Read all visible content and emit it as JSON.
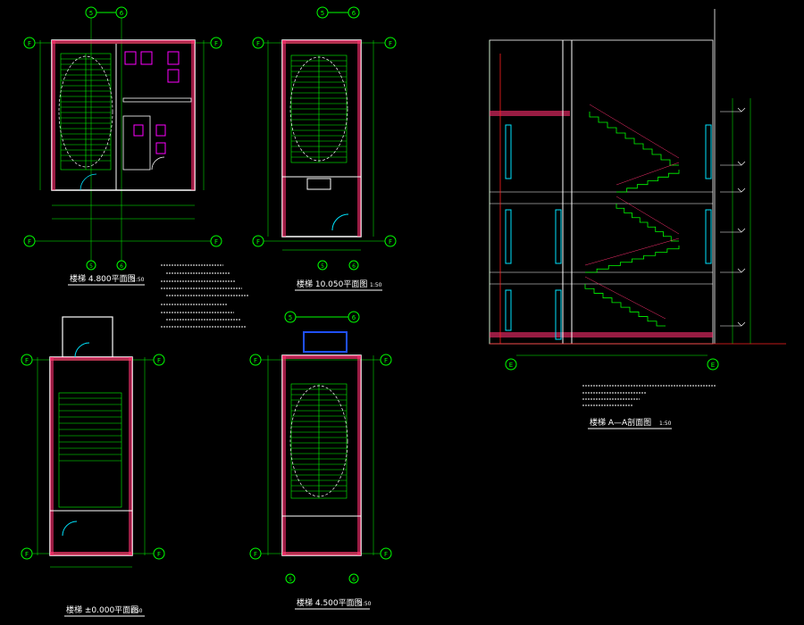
{
  "colors": {
    "background": "#000000",
    "grid": "#00ff00",
    "wall": "#ffffff",
    "hatch": "#ff2f6f",
    "accent": "#ff00ff",
    "dim": "#d0d0d0",
    "door": "#00e5ff",
    "rail": "#ffff00",
    "red": "#ff2020",
    "blue": "#2050ff",
    "title": "#ffffff"
  },
  "axis_markers": {
    "col_a": "5",
    "col_b": "6",
    "row_f": "F"
  },
  "plans": {
    "plan1": {
      "title": "楼梯 4.800平面图",
      "scale": "1:50"
    },
    "plan2": {
      "title": "楼梯 10.050平面图",
      "scale": "1:50"
    },
    "plan3": {
      "title": "楼梯 ±0.000平面图",
      "scale": "1:50"
    },
    "plan4": {
      "title": "楼梯 4.500平面图",
      "scale": "1:50"
    },
    "section": {
      "title": "楼梯 A—A剖面图",
      "scale": "1:50",
      "axis": "E"
    }
  }
}
